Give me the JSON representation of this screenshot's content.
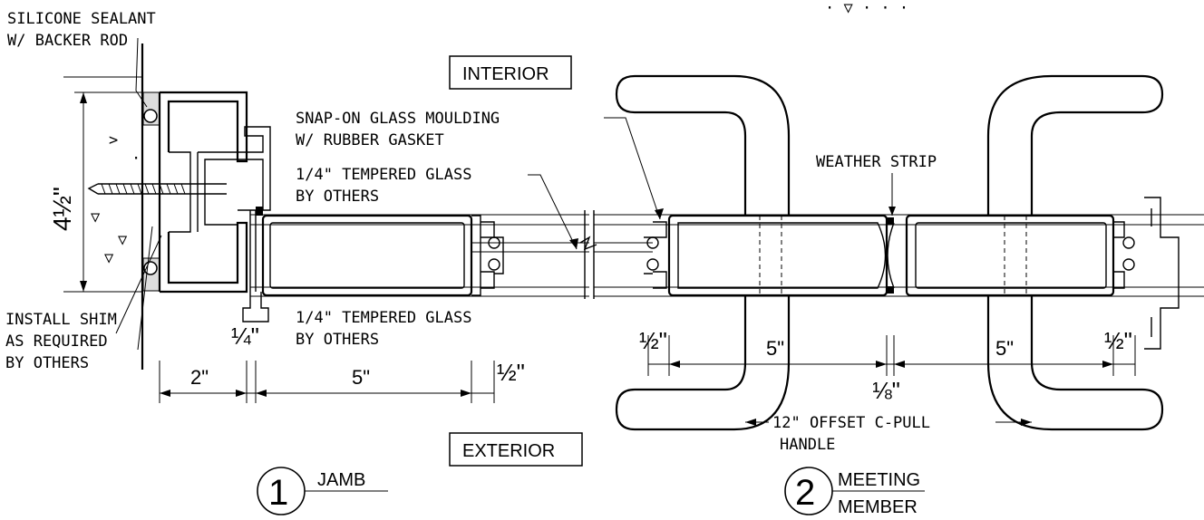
{
  "labels": {
    "silicone_line1": "SILICONE SEALANT",
    "silicone_line2": "W/ BACKER ROD",
    "interior": "INTERIOR",
    "exterior": "EXTERIOR",
    "snap_line1": "SNAP-ON GLASS MOULDING",
    "snap_line2": "W/ RUBBER GASKET",
    "glass_top_line1": "1/4\" TEMPERED GLASS",
    "glass_top_line2": "BY OTHERS",
    "glass_bot_line1": "1/4\" TEMPERED GLASS",
    "glass_bot_line2": "BY OTHERS",
    "weather_strip": "WEATHER STRIP",
    "shim_line1": "INSTALL SHIM",
    "shim_line2": "AS REQUIRED",
    "shim_line3": "BY OTHERS",
    "handle_line1": "12\" OFFSET C-PULL",
    "handle_line2": "HANDLE"
  },
  "dimensions": {
    "height": "4½\"",
    "jamb_2": "2\"",
    "jamb_quarter": "¼\"",
    "jamb_5": "5\"",
    "jamb_half": "½\"",
    "meet_half_left": "½\"",
    "meet_5_left": "5\"",
    "meet_eighth": "⅛\"",
    "meet_5_right": "5\"",
    "meet_half_right": "½\""
  },
  "details": {
    "jamb_number": "1",
    "jamb_title": "JAMB",
    "meeting_number": "2",
    "meeting_title_line1": "MEETING",
    "meeting_title_line2": "MEMBER"
  }
}
